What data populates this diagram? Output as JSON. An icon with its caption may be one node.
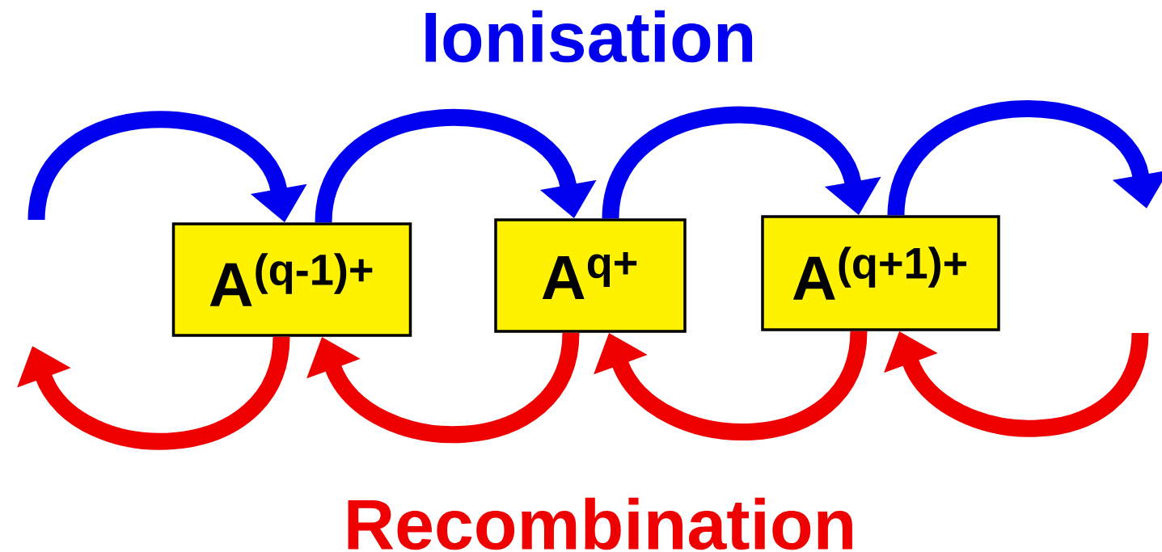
{
  "diagram": {
    "nodes": [
      {
        "text": [
          "A$^{(q-1)+}$"
        ]
      },
      {
        "text": [
          "A$^{q+}$"
        ]
      },
      {
        "text": [
          "A$^{(q+1)+}$"
        ]
      }
    ],
    "edges": [
      {
        "from": null,
        "to": 0,
        "arrow": "to",
        "color": "#0000ee"
      },
      {
        "from": 0,
        "to": 1,
        "arrow": "to",
        "color": "#0000ee"
      },
      {
        "from": 1,
        "to": 2,
        "arrow": "to",
        "color": "#0000ee"
      },
      {
        "from": 2,
        "to": null,
        "arrow": "to",
        "color": "#0000ee"
      },
      {
        "from": 0,
        "to": null,
        "arrow": "to",
        "color": "#ee0000"
      },
      {
        "from": 1,
        "to": 0,
        "arrow": "to",
        "color": "#ee0000"
      },
      {
        "from": 2,
        "to": 1,
        "arrow": "to",
        "color": "#ee0000"
      },
      {
        "from": null,
        "to": 2,
        "arrow": "to",
        "color": "#ee0000"
      }
    ],
    "labels": [
      "Ionisation",
      "Recombination"
    ]
  }
}
